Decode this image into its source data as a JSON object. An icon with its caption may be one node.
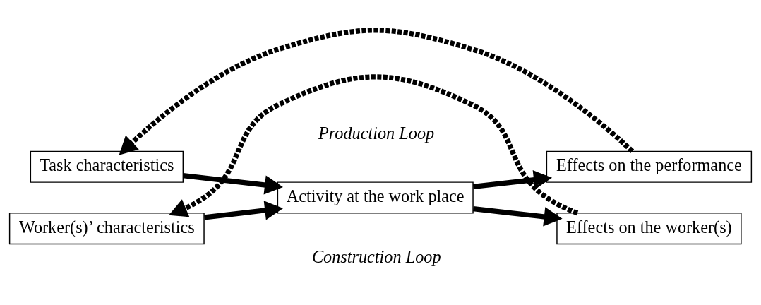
{
  "diagram": {
    "nodes": [
      {
        "text": [
          "Task characteristics"
        ]
      },
      {
        "text": [
          "Effects on the performance"
        ]
      },
      {
        "text": [
          "Activity at the work place"
        ]
      },
      {
        "text": [
          "Worker(s)’ characteristics"
        ]
      },
      {
        "text": [
          "Effects on the worker(s)"
        ]
      }
    ],
    "edges": [
      {
        "from": 1,
        "to": 0,
        "arrow": "to",
        "style": "dashed"
      },
      {
        "from": 0,
        "to": 2,
        "arrow": "to"
      },
      {
        "from": 3,
        "to": 2,
        "arrow": "to"
      },
      {
        "from": 2,
        "to": 1,
        "arrow": "to"
      },
      {
        "from": 2,
        "to": 4,
        "arrow": "to"
      },
      {
        "from": 4,
        "to": 3,
        "arrow": "to",
        "style": "dashed"
      }
    ],
    "labels": [
      "Production Loop",
      "Construction Loop"
    ]
  }
}
